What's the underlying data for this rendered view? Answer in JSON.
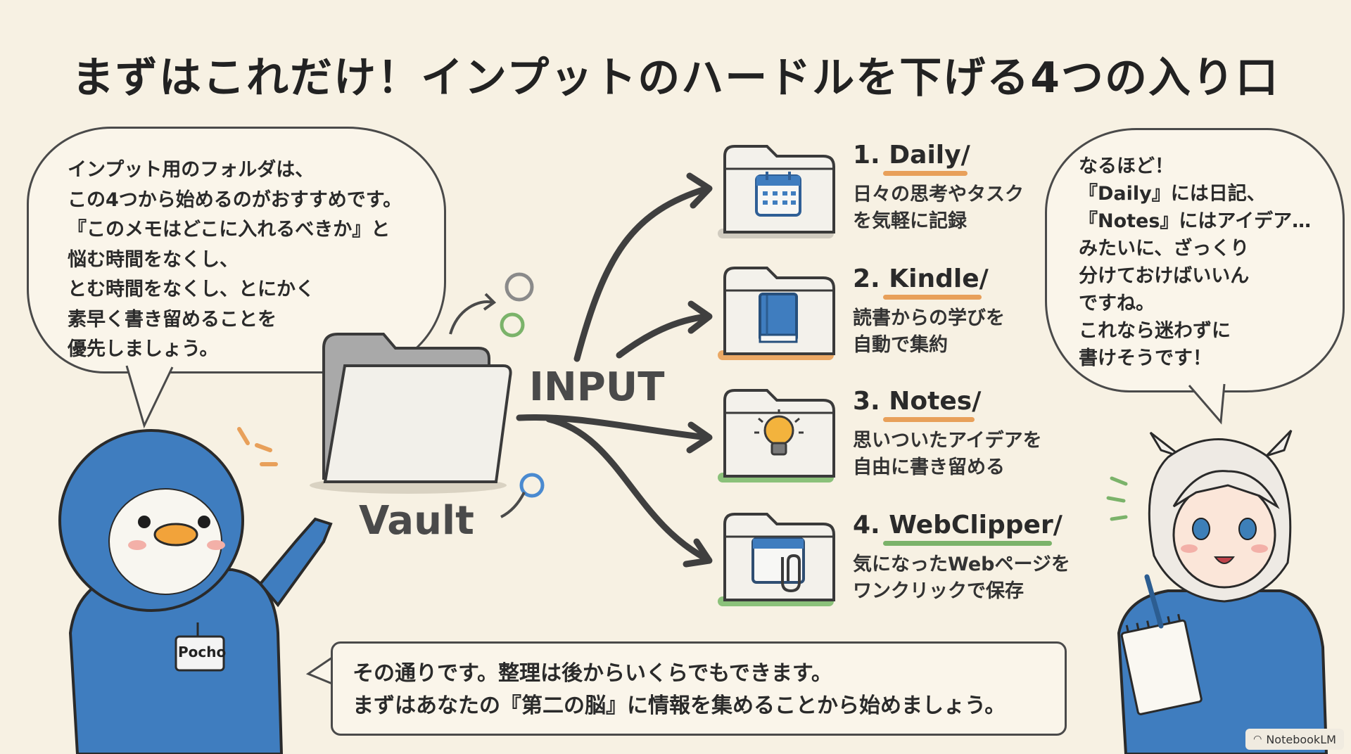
{
  "title": "まずはこれだけ！インプットのハードルを下げる4つの入り口",
  "left_bubble": {
    "lines": [
      "インプット用のフォルダは、",
      "この4つから始めるのがおすすめです。",
      "『このメモはどこに入れるべきか』と",
      "悩む時間をなくし、",
      "とむ時間をなくし、とにかく",
      "素早く書き留めることを",
      "優先しましょう。"
    ]
  },
  "right_bubble": {
    "lines": [
      "なるほど！",
      "『Daily』には日記、",
      "『Notes』にはアイデア…",
      "みたいに、ざっくり",
      "分けておけばいいん",
      "ですね。",
      "これなら迷わずに",
      "書けそうです！"
    ]
  },
  "bottom_box": {
    "lines": [
      "その通りです。整理は後からいくらでもできます。",
      "まずはあなたの『第二の脳』に情報を集めることから始めましょう。"
    ]
  },
  "input_label": "INPUT",
  "vault_label": "Vault",
  "penguin_badge": "Pocho",
  "folders": [
    {
      "number": "1.",
      "name": "Daily/",
      "desc": [
        "日々の思考やタスク",
        "を気軽に記録"
      ],
      "icon": "calendar-icon",
      "accent": "#e8a05a"
    },
    {
      "number": "2.",
      "name": "Kindle/",
      "desc": [
        "読書からの学びを",
        "自動で集約"
      ],
      "icon": "book-icon",
      "accent": "#e8a05a"
    },
    {
      "number": "3.",
      "name": "Notes/",
      "desc": [
        "思いついたアイデアを",
        "自由に書き留める"
      ],
      "icon": "lightbulb-icon",
      "accent": "#e8a05a"
    },
    {
      "number": "4.",
      "name": "WebClipper/",
      "desc": [
        "気になったWebページを",
        "ワンクリックで保存"
      ],
      "icon": "paperclip-icon",
      "accent": "#7bb36a"
    }
  ],
  "watermark": "NotebookLM",
  "colors": {
    "background": "#f7f1e3",
    "outline": "#4a4a4a",
    "blue": "#3f7dbf",
    "orange": "#e8a05a",
    "green": "#7bb36a"
  }
}
